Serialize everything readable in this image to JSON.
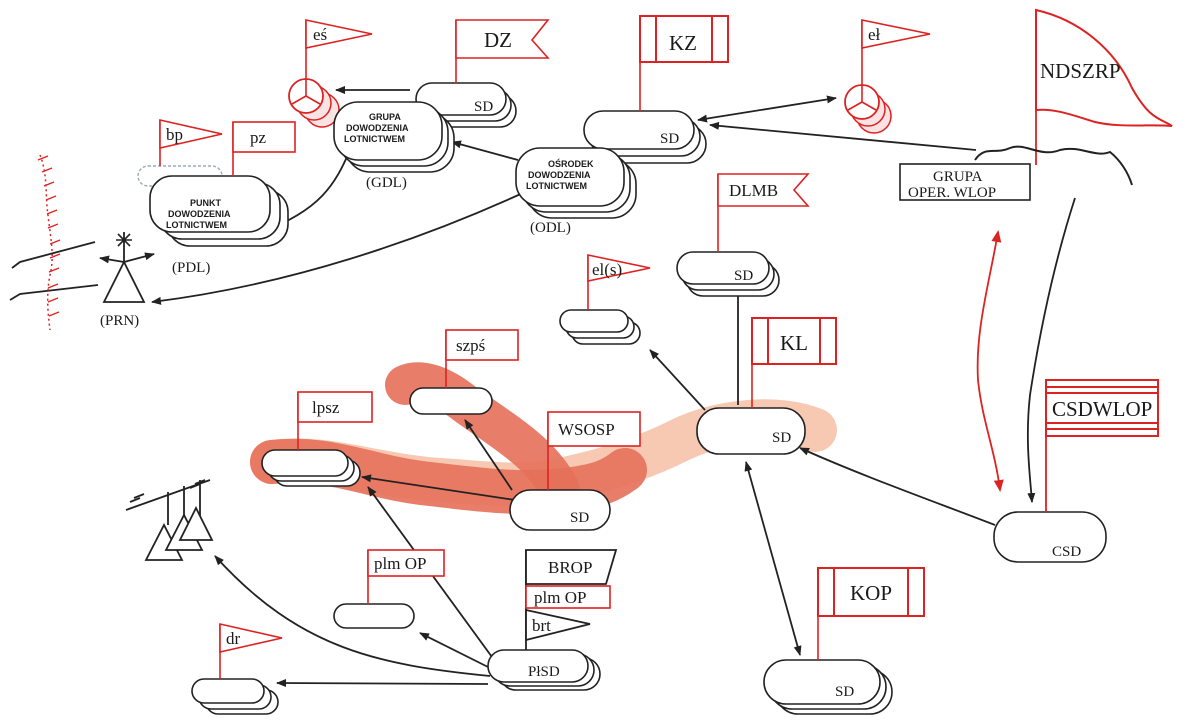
{
  "flags": {
    "es": "eś",
    "dz": "DZ",
    "kz": "KZ",
    "el1": "eł",
    "ndszrp": "NDSZRP",
    "bp": "bp",
    "pz": "pz",
    "dlmb": "DLMB",
    "els": "el(s)",
    "kl": "KL",
    "szps": "szpś",
    "lpsz": "lpsz",
    "wsosp": "WSOSP",
    "csdwlop": "CSDWLOP",
    "brop": "BROP",
    "plm_op_1": "plm OP",
    "plm_op_2": "plm OP",
    "brt": "brt",
    "kop": "KOP",
    "dr": "dr"
  },
  "nodes": {
    "gdl_l1": "GRUPA",
    "gdl_l2": "DOWODZENIA",
    "gdl_l3": "LOTNICTWEM",
    "odl_l1": "OŚRODEK",
    "odl_l2": "DOWODZENIA",
    "odl_l3": "LOTNICTWEM",
    "pdl_l1": "PUNKT",
    "pdl_l2": "DOWODZENIA",
    "pdl_l3": "LOTNICTWEM",
    "grupa_l1": "GRUPA",
    "grupa_l2": "OPER. WLOP",
    "sd_dz": "SD",
    "sd_kz": "SD",
    "sd_dlmb": "SD",
    "sd_kl": "SD",
    "sd_wsosp": "SD",
    "sd_kop": "SD",
    "csd": "CSD",
    "plsd": "PłSD"
  },
  "labels": {
    "gdl": "(GDL)",
    "odl": "(ODL)",
    "pdl": "(PDL)",
    "prn": "(PRN)"
  }
}
